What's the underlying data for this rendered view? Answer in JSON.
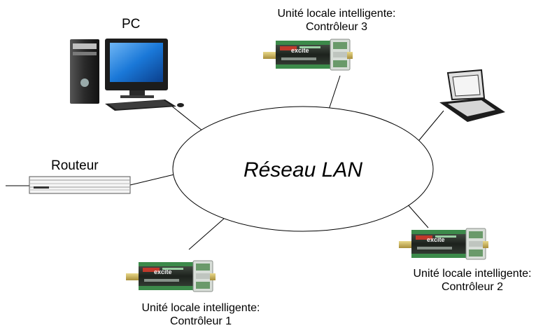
{
  "network": {
    "label": "Réseau LAN"
  },
  "pc": {
    "label": "PC"
  },
  "router": {
    "label": "Routeur"
  },
  "controllers": [
    {
      "line1": "Unité locale intelligente:",
      "line2": "Contrôleur 3",
      "logo": "excite"
    },
    {
      "line1": "Unité locale intelligente:",
      "line2": "Contrôleur 2",
      "logo": "excite"
    },
    {
      "line1": "Unité locale intelligente:",
      "line2": "Contrôleur 1",
      "logo": "excite"
    }
  ],
  "colors": {
    "line": "#000000",
    "controller_body": "#2a2f2a",
    "controller_green": "#3c8a4a",
    "rail": "#c8b060",
    "pc_screen": "#1a78d8",
    "pc_case": "#2d2d2d"
  }
}
